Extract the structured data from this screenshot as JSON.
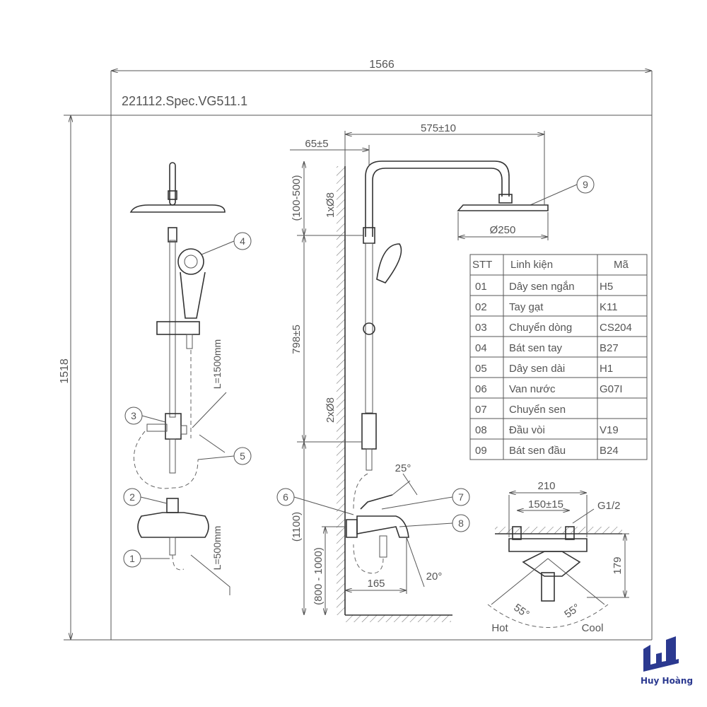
{
  "drawing": {
    "code": "221112.Spec.VG511.1",
    "dims": {
      "total_width": "1566",
      "total_height": "1518",
      "arm_length": "575±10",
      "wall_offset": "65±5",
      "top_range": "(100-500)",
      "top_hole": "1xØ8",
      "head_diameter": "Ø250",
      "rail_height": "798±5",
      "mid_hole": "2xØ8",
      "valve_height": "(1100)",
      "valve_range": "(800 - 1000)",
      "spout_length": "165",
      "lever_angle": "25°",
      "spout_angle": "20°",
      "hose_long": "L=1500mm",
      "hose_short": "L=500mm",
      "valve_width": "210",
      "valve_centers": "150±15",
      "thread": "G1/2",
      "valve_depth": "179",
      "hot_angle": "55°",
      "cool_angle": "55°",
      "hot": "Hot",
      "cool": "Cool"
    },
    "callouts": [
      "1",
      "2",
      "3",
      "4",
      "5",
      "6",
      "7",
      "8",
      "9"
    ]
  },
  "table": {
    "headers": [
      "STT",
      "Linh kiện",
      "Mã"
    ],
    "rows": [
      [
        "01",
        "Dây sen ngắn",
        "H5"
      ],
      [
        "02",
        "Tay gạt",
        "K11"
      ],
      [
        "03",
        "Chuyển dòng",
        "CS204"
      ],
      [
        "04",
        "Bát sen tay",
        "B27"
      ],
      [
        "05",
        "Dây sen dài",
        "H1"
      ],
      [
        "06",
        "Van nước",
        "G07I"
      ],
      [
        "07",
        "Chuyển sen",
        ""
      ],
      [
        "08",
        "Đầu vòi",
        "V19"
      ],
      [
        "09",
        "Bát sen đầu",
        "B24"
      ]
    ]
  },
  "logo": {
    "name": "Huy Hoàng",
    "color": "#2b3990"
  }
}
